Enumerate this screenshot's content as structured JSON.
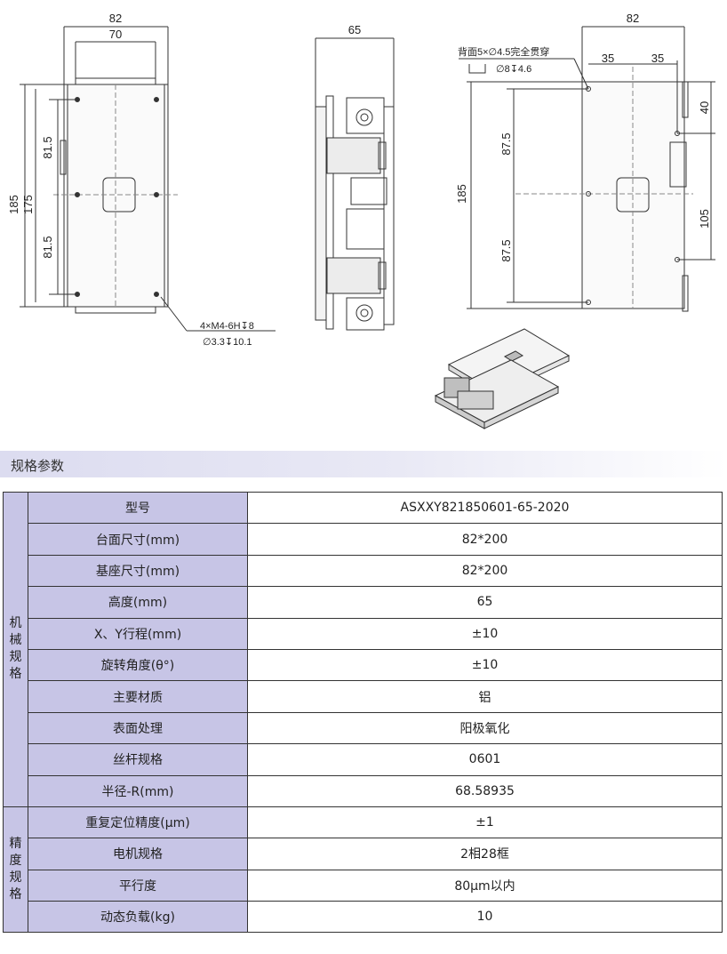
{
  "drawing": {
    "left_view": {
      "dim_82": "82",
      "dim_70": "70",
      "dim_81_5_top": "81.5",
      "dim_81_5_bottom": "81.5",
      "dim_185": "185",
      "dim_175": "175",
      "note_line1": "4×M4-6H↧8",
      "note_line2": "∅3.3↧10.1"
    },
    "middle_view": {
      "dim_65": "65"
    },
    "right_view": {
      "dim_82": "82",
      "dim_35_left": "35",
      "dim_35_right": "35",
      "dim_40": "40",
      "dim_105": "105",
      "dim_87_5_top": "87.5",
      "dim_87_5_bottom": "87.5",
      "dim_185": "185",
      "note_line1": "背面5×∅4.5完全贯穿",
      "note_line2": "∅8↧4.6"
    }
  },
  "section": {
    "title": "规格参数"
  },
  "spec": {
    "groups": [
      {
        "name": "机械规格",
        "rows": [
          {
            "label": "型号",
            "value": "ASXXY821850601-65-2020"
          },
          {
            "label": "台面尺寸(mm)",
            "value": "82*200"
          },
          {
            "label": "基座尺寸(mm)",
            "value": "82*200"
          },
          {
            "label": "高度(mm)",
            "value": "65"
          },
          {
            "label": "X、Y行程(mm)",
            "value": "±10"
          },
          {
            "label": "旋转角度(θ°)",
            "value": "±10"
          },
          {
            "label": "主要材质",
            "value": "铝"
          },
          {
            "label": "表面处理",
            "value": "阳极氧化"
          },
          {
            "label": "丝杆规格",
            "value": "0601"
          },
          {
            "label": "半径-R(mm)",
            "value": "68.58935"
          }
        ]
      },
      {
        "name": "精度规格",
        "rows": [
          {
            "label": "重复定位精度(μm)",
            "value": "±1"
          },
          {
            "label": "电机规格",
            "value": "2相28框"
          },
          {
            "label": "平行度",
            "value": "80μm以内"
          },
          {
            "label": "动态负载(kg)",
            "value": "10"
          }
        ]
      }
    ]
  }
}
